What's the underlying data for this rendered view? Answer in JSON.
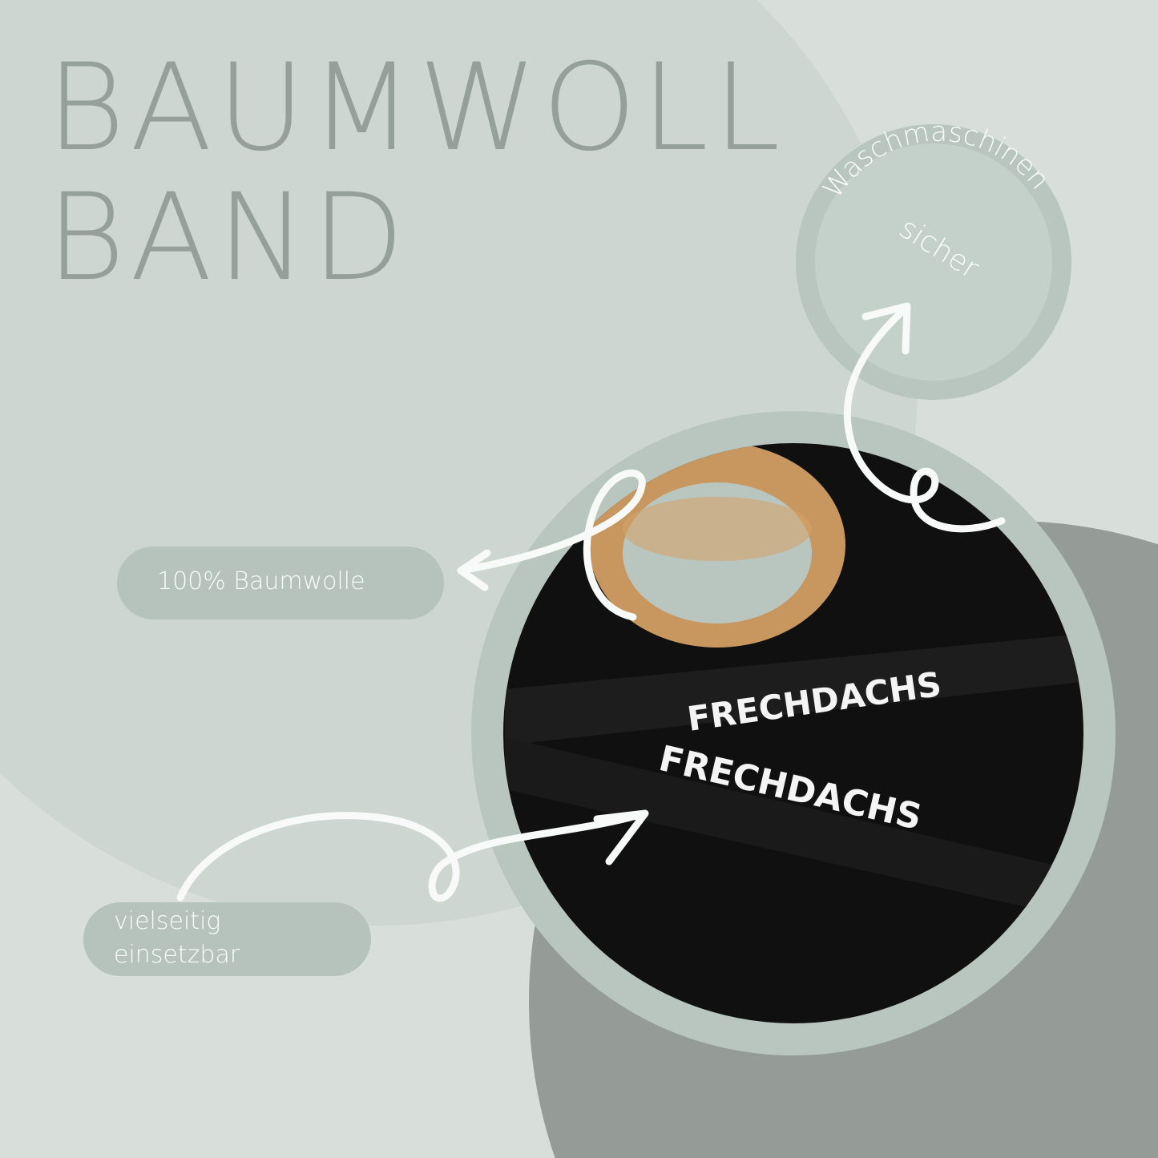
{
  "title": {
    "line1": "BAUMWOLL",
    "line2": "BAND"
  },
  "badge": {
    "arc_text": "Waschmaschinen",
    "center_text": "sicher"
  },
  "callouts": {
    "cotton": "100% Baumwolle",
    "versatile_line1": "vielseitig",
    "versatile_line2": "einsetzbar"
  },
  "product": {
    "print_text": "FRECHDACHS"
  },
  "colors": {
    "background": "#d8dfdb",
    "big_circle": "#cdd6d1",
    "ring": "#b8c6bf",
    "dark_circle": "#959b97",
    "title": "#95a09a"
  }
}
